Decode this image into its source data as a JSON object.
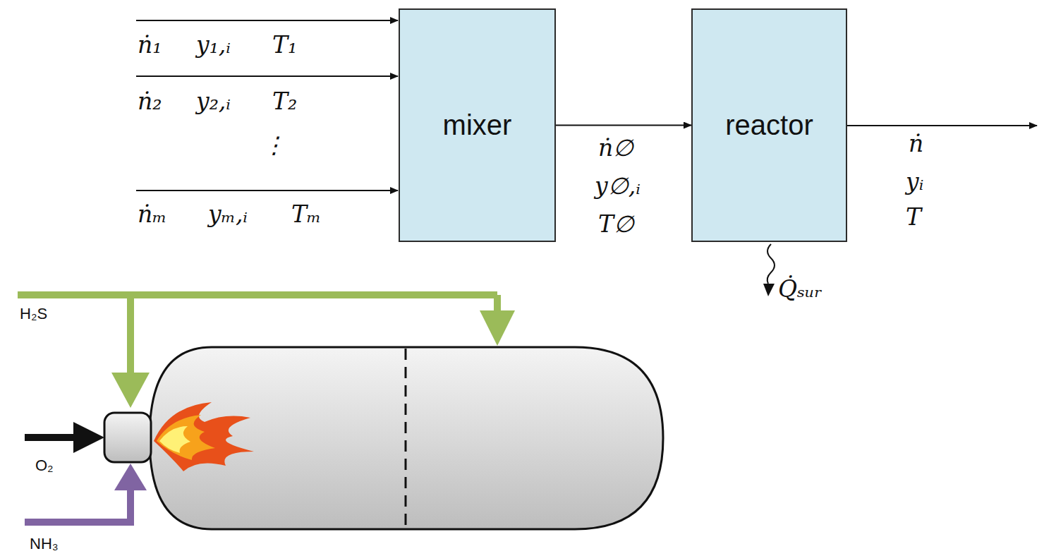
{
  "diagram": {
    "nodes": [
      {
        "text": [
          "mixer"
        ]
      },
      {
        "text": [
          "reactor"
        ]
      }
    ],
    "edges": [
      {
        "from": 0,
        "to": 1,
        "arrow": "to"
      }
    ],
    "labels": [
      "ṅ₁",
      "y₁,ᵢ",
      "T₁",
      "ṅ₂",
      "y₂,ᵢ",
      "T₂",
      "⋮",
      "ṅₘ",
      "yₘ,ᵢ",
      "Tₘ",
      "ṅ∅",
      "y∅,ᵢ",
      "T∅",
      "ṅ",
      "yᵢ",
      "T",
      "Q̇ₛᵤᵣ",
      "H₂S",
      "O₂",
      "NH₃"
    ]
  }
}
